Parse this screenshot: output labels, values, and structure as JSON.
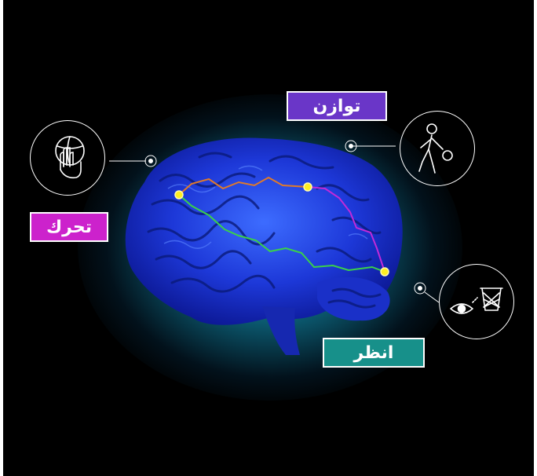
{
  "labels": {
    "balance": "توازن",
    "move": "تحرك",
    "look": "انظر"
  },
  "icons": {
    "hand_ball": "hand-over-ball-icon",
    "player": "basketball-player-icon",
    "eye_hoop": "eye-basketball-hoop-icon"
  },
  "colors": {
    "balance_bg": "#6a36c8",
    "move_bg": "#cc22cc",
    "look_bg": "#17908a",
    "node_yellow": "#ffee22",
    "path_orange": "#e07a2a",
    "path_green": "#3ad14a",
    "path_magenta": "#c22ad8"
  }
}
